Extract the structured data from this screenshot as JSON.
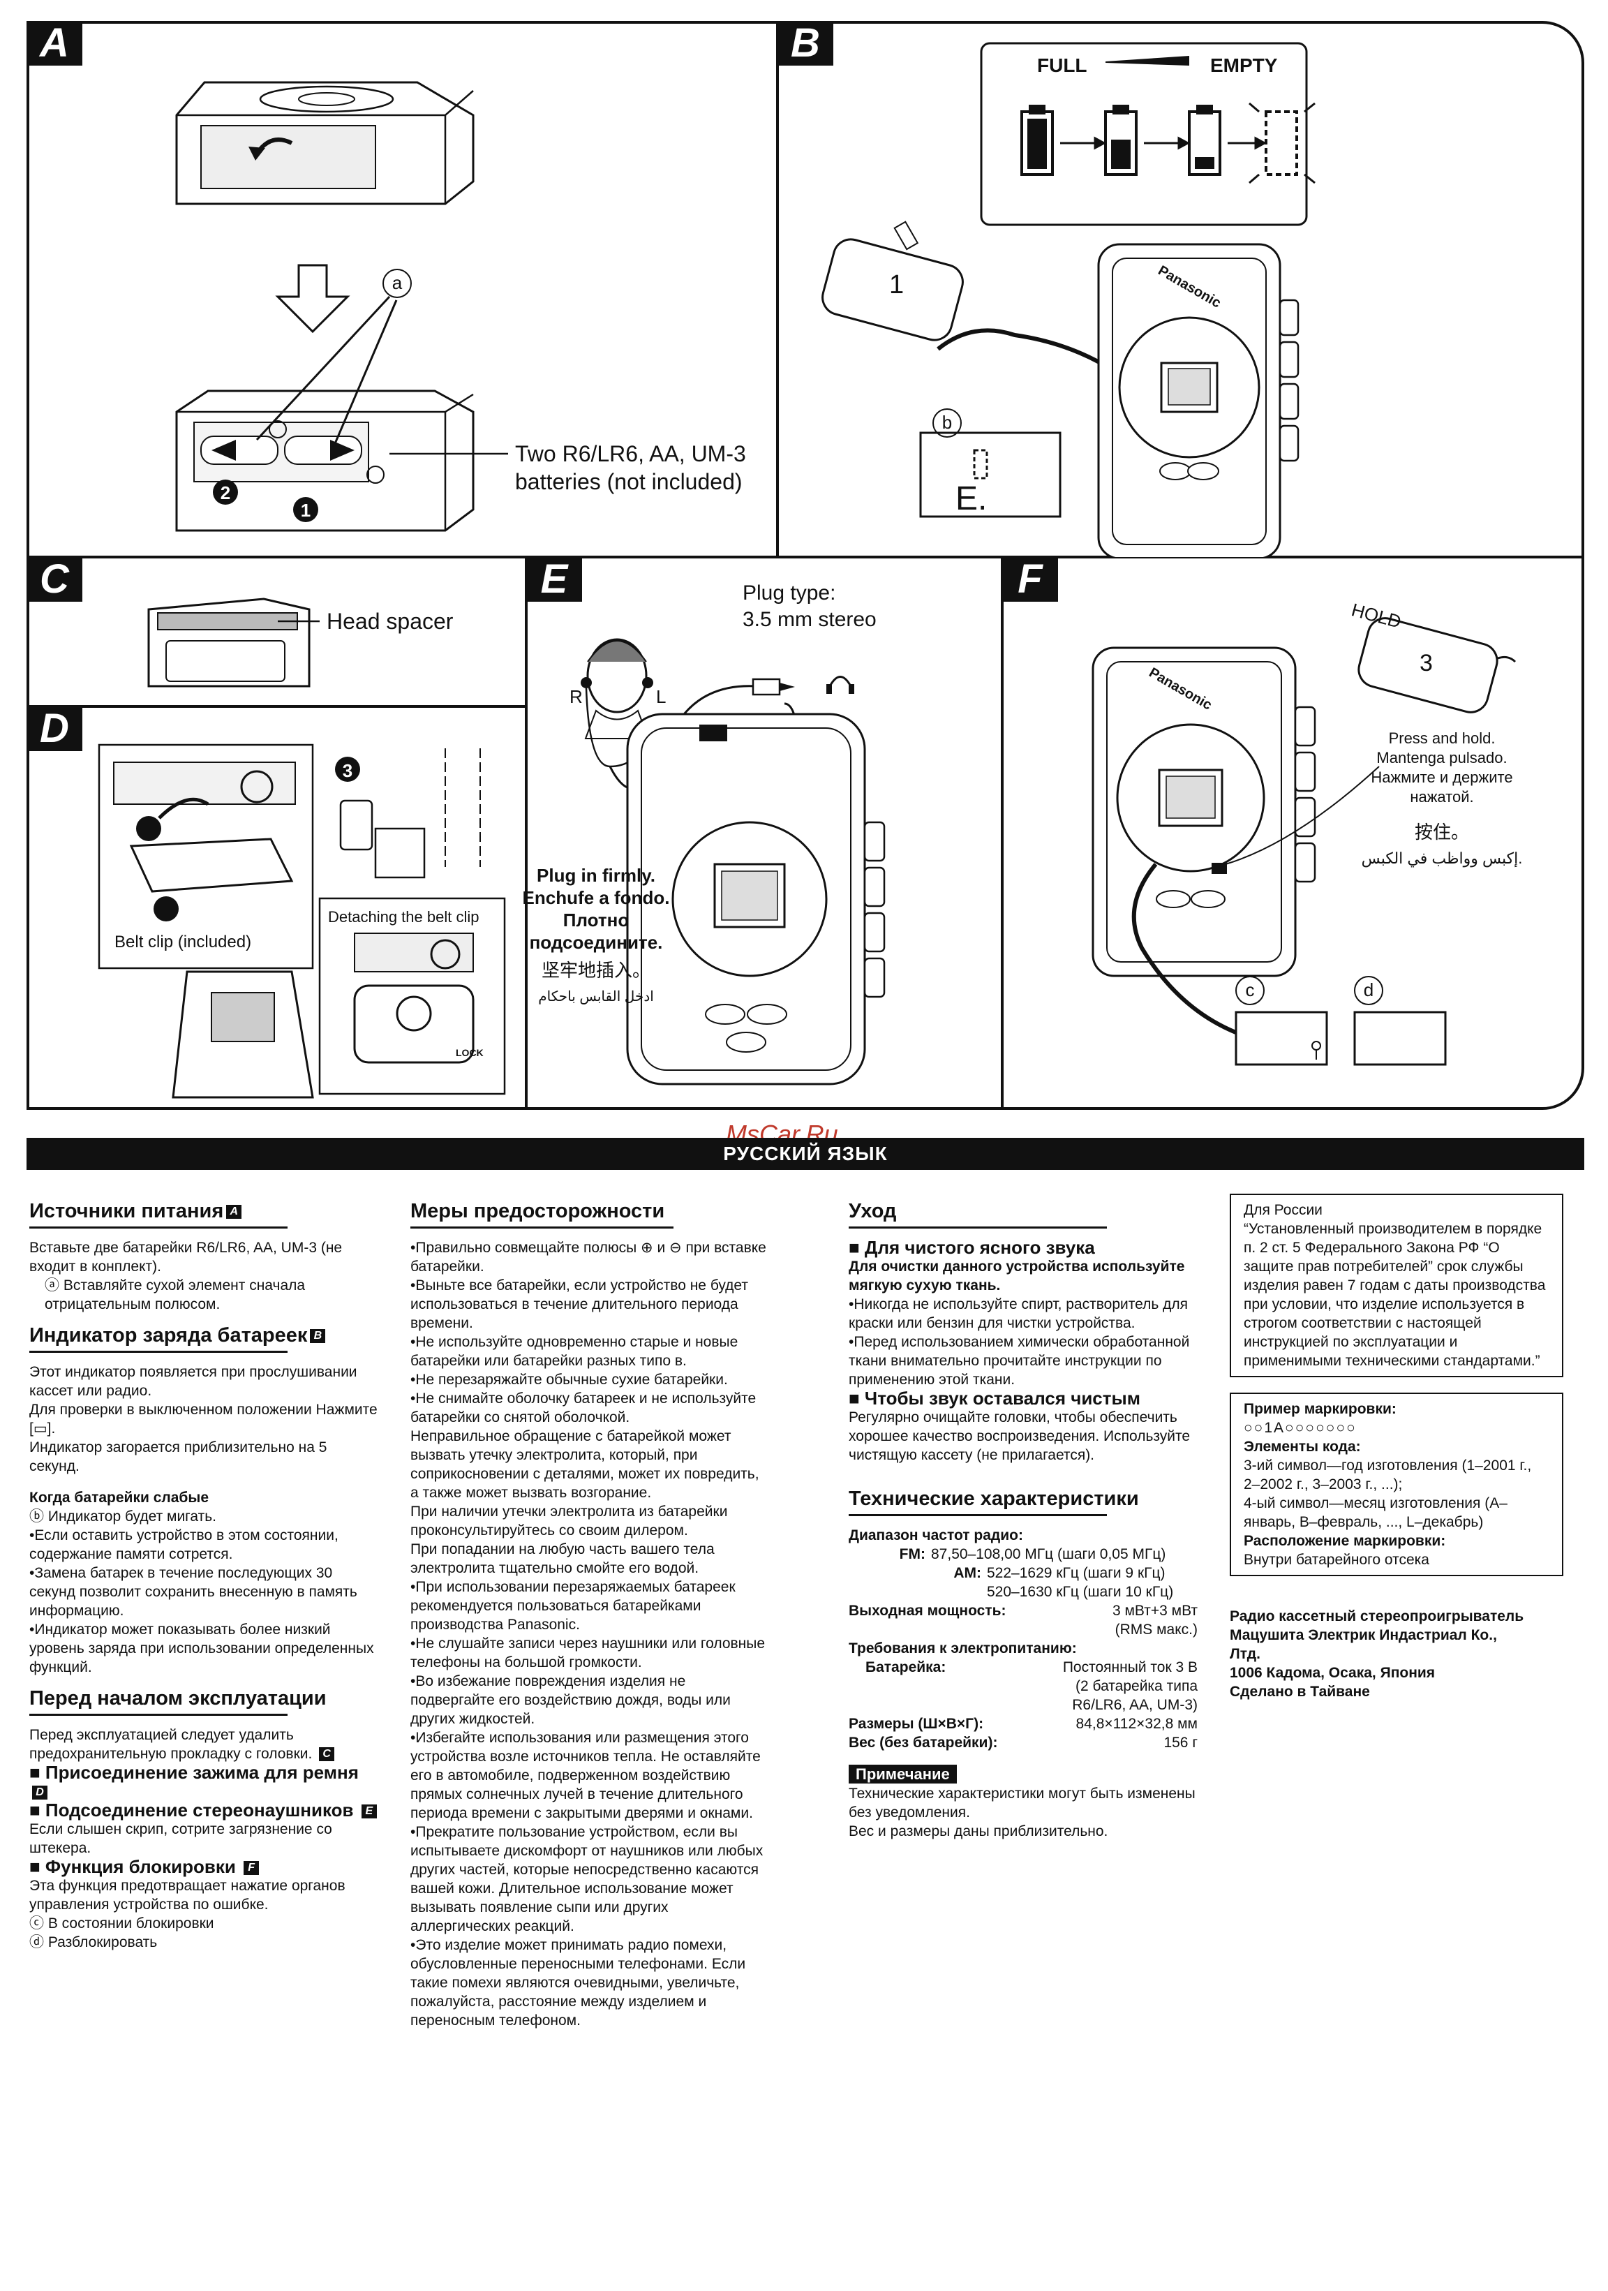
{
  "panels": {
    "a": {
      "tag": "A",
      "label_a": "a",
      "batteries": "Two R6/LR6, AA, UM-3",
      "batteries2": "batteries (not included)",
      "num1": "1",
      "num2": "2"
    },
    "b": {
      "tag": "B",
      "full": "FULL",
      "empty": "EMPTY",
      "step": "1",
      "label_b": "b",
      "brand": "Panasonic"
    },
    "c": {
      "tag": "C",
      "head_spacer": "Head spacer"
    },
    "d": {
      "tag": "D",
      "belt_clip": "Belt clip (included)",
      "detaching": "Detaching the belt clip",
      "step3": "3",
      "lock": "LOCK"
    },
    "e": {
      "tag": "E",
      "plug_type": "Plug type:",
      "plug_spec": "3.5 mm stereo",
      "r": "R",
      "l": "L",
      "firm1": "Plug in firmly.",
      "firm2": "Enchufe a fondo.",
      "firm3": "Плотно",
      "firm4": "подсоедините.",
      "firm_zh": "坚牢地插入。",
      "firm_ar": "ادخل القابس باحكام"
    },
    "f": {
      "tag": "F",
      "hold": "HOLD",
      "step": "3",
      "brand": "Panasonic",
      "press1": "Press and hold.",
      "press2": "Mantenga pulsado.",
      "press3": "Нажмите и держите",
      "press4": "нажатой.",
      "press_zh": "按住。",
      "press_ar": "إكبس وواظب في الكبس.",
      "label_c": "c",
      "label_d": "d"
    }
  },
  "watermark": "MsCar.Ru",
  "banner": "РУССКИЙ ЯЗЫК",
  "col1": {
    "h1": "Источники питания",
    "h1_badge": "A",
    "p1": "Вставьте две батарейки R6/LR6, AA, UM-3 (не входит в конплект).",
    "p1a_mark": "ⓐ",
    "p1a": "Вставляйте сухой элемент сначала отрицательным полюсом.",
    "h2": "Индикатор заряда батареек",
    "h2_badge": "B",
    "p2": "Этот индикатор появляется при прослушивании кассет или радио.",
    "p3": "Для проверки в выключенном положении Нажмите [▭].",
    "p4": "Индикатор загорается приблизительно на 5 секунд.",
    "weak_h": "Когда батарейки слабые",
    "weak_b_mark": "ⓑ",
    "weak_b": "Индикатор будет мигать.",
    "w1": "•Если оставить устройство в этом состоянии, содержание памяти сотрется.",
    "w2": "•Замена батарек в течение последующих 30 секунд позволит сохранить внесенную в память информацию.",
    "w3": "•Индикатор может показывать более низкий уровень заряда при использовании определенных функций.",
    "h3": "Перед началом эксплуатации",
    "p5": "Перед эксплуатацией следует удалить предохранительную прокладку с головки.",
    "p5_badge": "C",
    "s1": "■ Присоединение зажима для ремня",
    "s1_badge": "D",
    "s2": "■ Подсоединение стереонаушников",
    "s2_badge": "E",
    "s2p": "Если слышен скрип, сотрите загрязнение со штекера.",
    "s3": "■ Функция блокировки",
    "s3_badge": "F",
    "s3p": "Эта функция предотвращает нажатие органов управления устройства по ошибке.",
    "s3c_mark": "ⓒ",
    "s3c": "В состоянии блокировки",
    "s3d_mark": "ⓓ",
    "s3d": "Разблокировать"
  },
  "col2": {
    "h": "Меры предосторожности",
    "items": [
      "•Правильно совмещайте полюсы ⊕ и ⊖ при вставке батарейки.",
      "•Выньте все батарейки, если устройство не будет использоваться в течение длительного периода времени.",
      "•Не используйте одновременно старые и новые батарейки или батарейки разных типо в.",
      "•Не перезаряжайте обычные сухие батарейки.",
      "•Не снимайте оболочку батареек и не используйте батарейки со снятой оболочкой.",
      "Неправильное обращение с батарейкой может вызвать утечку электролита, который, при соприкосновении с деталями, может их повредить, а также может вызвать возгорание.",
      "При наличии утечки электролита из батарейки проконсультируйтесь со своим дилером.",
      "При попадании на любую часть вашего тела электролита тщательно смойте его водой.",
      "•При использовании перезаряжаемых батареек рекомендуется пользоваться батарейками производства Panasonic.",
      "•Не слушайте записи через наушники или головные телефоны на большой громкости.",
      "•Во избежание повреждения изделия не подвергайте его воздействию дождя, воды или других жидкостей.",
      "•Избегайте использования или размещения этого устройства возле источников тепла. Не оставляйте его в автомобиле, подверженном воздействию прямых солнечных лучей в течение длительного периода времени с закрытыми дверями и окнами.",
      "•Прекратите пользование устройством, если вы испытываете дискомфорт от наушников или любых других частей, которые непосредственно касаются вашей кожи. Длительное использование может вызывать появление сыпи или других аллергических реакций.",
      "•Это изделие может принимать радио помехи, обусловленные переносными телефонами. Если такие помехи являются очевидными, увеличьте, пожалуйста, расстояние между изделием и переносным телефоном."
    ]
  },
  "col3": {
    "h": "Уход",
    "s1": "■ Для чистого ясного звука",
    "s1b": "Для очистки данного устройства используйте мягкую сухую ткань.",
    "s1i1": "•Никогда не используйте спирт, растворитель для краски или бензин для чистки устройства.",
    "s1i2": "•Перед использованием химически обработанной ткани внимательно прочитайте инструкции по применению этой ткани.",
    "s2": "■ Чтобы звук оставался чистым",
    "s2p": "Регулярно очищайте головки, чтобы обеспечить хорошее качество воспроизведения. Используйте чистящую кассету (не прилагается).",
    "h2": "Технические характеристики",
    "range": "Диапазон частот радио:",
    "fm_l": "FM:",
    "fm_v": "87,50–108,00 МГц (шаги 0,05 МГц)",
    "am_l": "AM:",
    "am_v1": "522–1629 кГц (шаги 9 кГц)",
    "am_v2": "520–1630 кГц (шаги 10 кГц)",
    "out_l": "Выходная мощность:",
    "out_v": "3 мВт+3 мВт",
    "out_v2": "(RMS макс.)",
    "pw": "Требования к электропитанию:",
    "bat_l": "Батарейка:",
    "bat_v1": "Постоянный ток 3 В",
    "bat_v2": "(2 батарейка типа",
    "bat_v3": "R6/LR6, AA, UM-3)",
    "dim_l": "Размеры (Ш×В×Г):",
    "dim_v": "84,8×112×32,8 мм",
    "wt_l": "Вес (без батарейки):",
    "wt_v": "156 г",
    "note_tag": "Примечание",
    "note1": "Технические характеристики могут быть изменены без уведомления.",
    "note2": "Вес и размеры даны приблизительно."
  },
  "col4": {
    "box1": "Для России\n“Установленный производителем в порядке п. 2 ст. 5 Федерального Закона РФ “О защите прав потребителей” срок службы изделия равен 7 годам с даты производства при условии, что изделие используется в строгом соответствии с настоящей инструкцией по эксплуатации и применимыми техническими стандартами.”",
    "b2_h": "Пример маркировки:",
    "b2_code": "○○1A○○○○○○○",
    "b2_h2": "Элементы кода:",
    "b2_1": "3-ий символ—год изготовления (1–2001 г., 2–2002 г., 3–2003 г., ...);",
    "b2_2": "4-ый символ—месяц изготовления (A–январь, B–февраль, ..., L–декабрь)",
    "b2_h3": "Расположение маркировки:",
    "b2_3": "Внутри батарейного отсека",
    "mfr1": "Радио кассетный стереопроигрыватель",
    "mfr2": "Мацушита Электрик Индастриал Ко.,",
    "mfr3": "Лтд.",
    "mfr4": "1006 Кадома, Осака, Япония",
    "mfr5": "Сделано в Тайване"
  }
}
